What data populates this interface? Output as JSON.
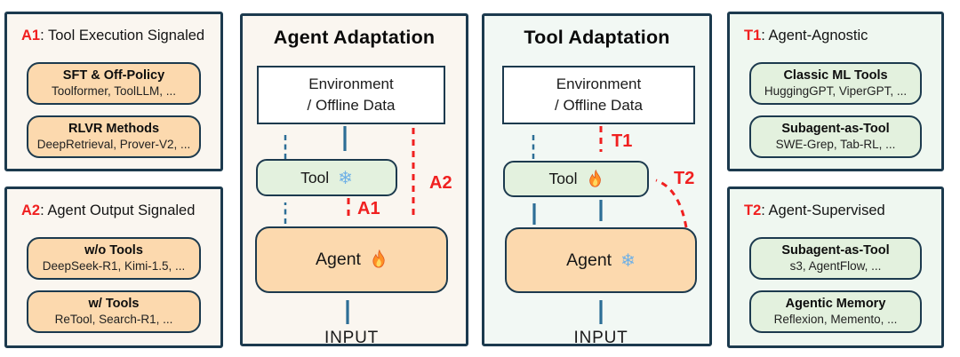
{
  "side_panels": {
    "a1": {
      "tag": "A1",
      "heading": ": Tool Execution Signaled",
      "boxes": [
        {
          "title": "SFT & Off-Policy",
          "items": "Toolformer, ToolLLM, ..."
        },
        {
          "title": "RLVR Methods",
          "items": "DeepRetrieval, Prover-V2, ..."
        }
      ]
    },
    "a2": {
      "tag": "A2",
      "heading": ": Agent Output Signaled",
      "boxes": [
        {
          "title": "w/o Tools",
          "items": "DeepSeek-R1, Kimi-1.5, ..."
        },
        {
          "title": "w/ Tools",
          "items": "ReTool, Search-R1, ..."
        }
      ]
    },
    "t1": {
      "tag": "T1",
      "heading": ": Agent-Agnostic",
      "boxes": [
        {
          "title": "Classic ML Tools",
          "items": "HuggingGPT, ViperGPT, ..."
        },
        {
          "title": "Subagent-as-Tool",
          "items": "SWE-Grep, Tab-RL, ..."
        }
      ]
    },
    "t2": {
      "tag": "T2",
      "heading": ": Agent-Supervised",
      "boxes": [
        {
          "title": "Subagent-as-Tool",
          "items": "s3, AgentFlow, ..."
        },
        {
          "title": "Agentic Memory",
          "items": "Reflexion, Memento, ..."
        }
      ]
    }
  },
  "flow_panels": {
    "agent_adaptation": {
      "title": "Agent Adaptation",
      "env_line1": "Environment",
      "env_line2": "/ Offline Data",
      "tool_label": "Tool",
      "agent_label": "Agent",
      "input_label": "INPUT",
      "tool_state": "frozen",
      "agent_state": "trained",
      "labels": {
        "a1": "A1",
        "a2": "A2"
      }
    },
    "tool_adaptation": {
      "title": "Tool Adaptation",
      "env_line1": "Environment",
      "env_line2": "/ Offline Data",
      "tool_label": "Tool",
      "agent_label": "Agent",
      "input_label": "INPUT",
      "tool_state": "trained",
      "agent_state": "frozen",
      "labels": {
        "t1": "T1",
        "t2": "T2"
      }
    }
  },
  "icons": {
    "snowflake": "snowflake-icon",
    "flame": "flame-icon"
  },
  "colors": {
    "border_navy": "#1c3a4e",
    "arrow_blue": "#2d6e96",
    "signal_red": "#f02020",
    "orange_fill": "#fcd9ae",
    "green_fill": "#e3f1de",
    "cream_panel_bg": "#faf6f0",
    "mint_panel_bg": "#eff7f0",
    "snowflake_blue": "#6fb0e6",
    "flame_orange": "#ff9026"
  }
}
